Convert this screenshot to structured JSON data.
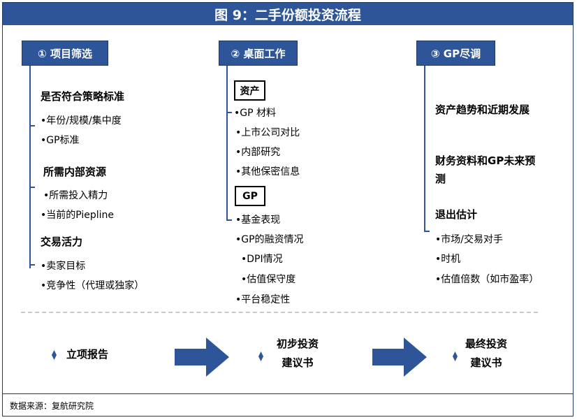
{
  "title": "图 9：二手份额投资流程",
  "columns": [
    {
      "header": "① 项目筛选",
      "section1": {
        "title": "是否符合策略标准",
        "items": [
          "•年份/规模/集中度",
          "•GP标准"
        ]
      },
      "section2": {
        "title": "所需内部资源",
        "items": [
          "•所需投入精力",
          "•当前的Piepline"
        ]
      },
      "section3": {
        "title": "交易活力",
        "items": [
          "•卖家目标",
          "•竞争性（代理或独家）"
        ]
      }
    },
    {
      "header": "② 桌面工作",
      "box1": "资产",
      "box1_items": [
        "•GP 材料",
        "•上市公司对比",
        "•内部研究",
        "•其他保密信息"
      ],
      "box2": "GP",
      "box2_items": [
        "•基金表现",
        "•GP的融资情况",
        "•DPI情况",
        "•估值保守度",
        "•平台稳定性"
      ]
    },
    {
      "header": "③ GP尽调",
      "heading1": "资产趋势和近期发展",
      "heading2_line1": "财务资料和GP未来预",
      "heading2_line2": "测",
      "heading3": "退出估计",
      "items": [
        "•市场/交易对手",
        "•时机",
        "•估值倍数（如市盈率）"
      ]
    }
  ],
  "stages": {
    "stage1": "立项报告",
    "stage2_line1": "初步投资",
    "stage2_line2": "建议书",
    "stage3_line1": "最终投资",
    "stage3_line2": "建议书"
  },
  "source": "数据来源：复航研究院",
  "colors": {
    "primary": "#2e5597",
    "border": "#1f3864",
    "dash": "#c9c9c9"
  }
}
